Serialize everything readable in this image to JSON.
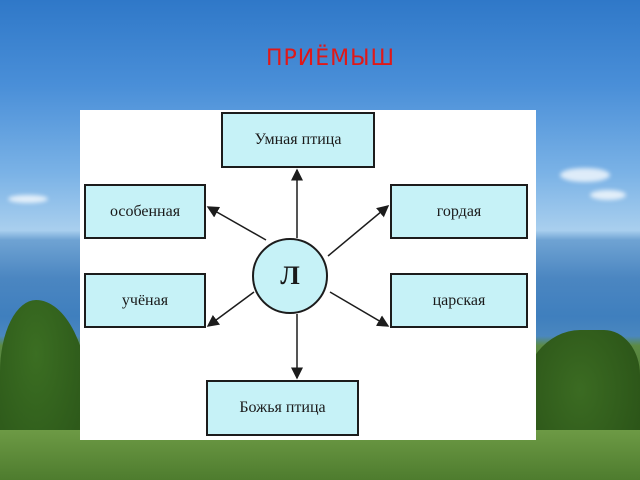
{
  "title": "ПРИЁМЫШ",
  "center": "Л",
  "nodes": {
    "top": "Умная птица",
    "top_left": "особенная",
    "top_right": "гордая",
    "bottom_left": "учёная",
    "bottom_right": "царская",
    "bottom": "Божья птица"
  },
  "colors": {
    "title": "#e01818",
    "box_fill": "#c6f2f7",
    "outline": "#1c1c1c"
  }
}
